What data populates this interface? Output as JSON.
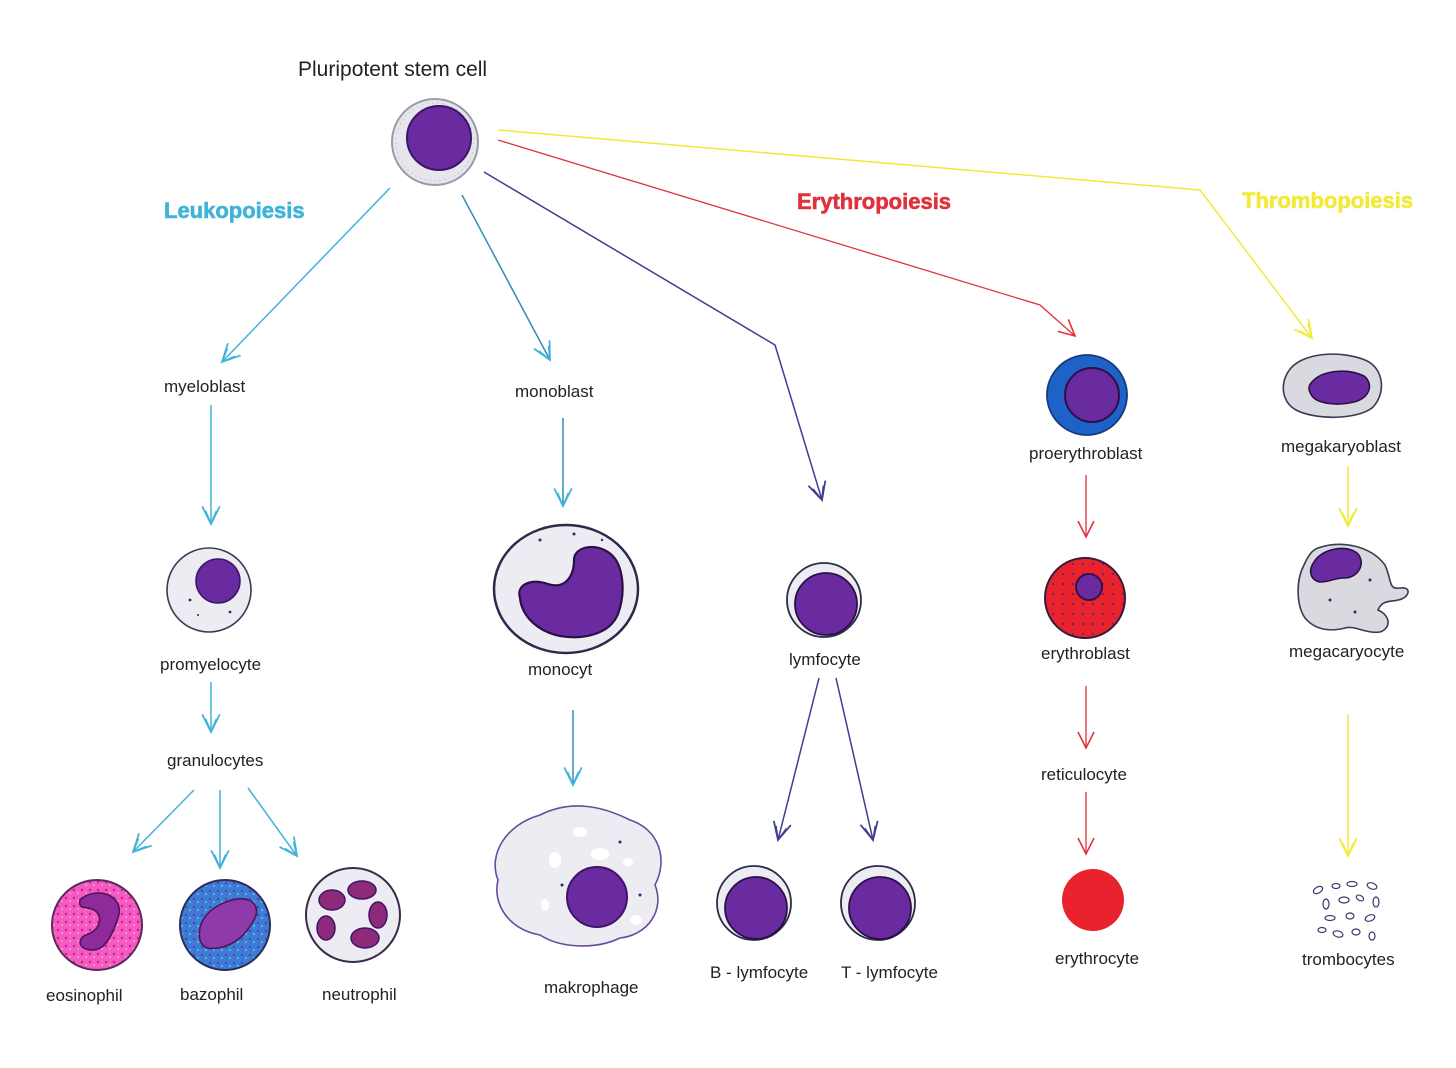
{
  "title": "Pluripotent stem cell",
  "colors": {
    "leukopoiesis": "#3fb3d9",
    "lymph": "#3f3d8f",
    "erythropoiesis": "#e0323c",
    "thrombopoiesis": "#f2ea3a",
    "nucleus": "#6a2aa0",
    "cytoplasm": "#e8e8ee"
  },
  "headings": {
    "leukopoiesis": "Leukopoiesis",
    "erythropoiesis": "Erythropoiesis",
    "thrombopoiesis": "Thrombopoiesis"
  },
  "cells": {
    "myeloblast": "myeloblast",
    "promyelocyte": "promyelocyte",
    "granulocytes": "granulocytes",
    "eosinophil": "eosinophil",
    "bazophil": "bazophil",
    "neutrophil": "neutrophil",
    "monoblast": "monoblast",
    "monocyt": "monocyt",
    "makrophage": "makrophage",
    "lymfocyte": "lymfocyte",
    "b_lymfocyte": "B - lymfocyte",
    "t_lymfocyte": "T - lymfocyte",
    "proerythroblast": "proerythroblast",
    "erythroblast": "erythroblast",
    "reticulocyte": "reticulocyte",
    "erythrocyte": "erythrocyte",
    "megakaryoblast": "megakaryoblast",
    "megacaryocyte": "megacaryocyte",
    "trombocytes": "trombocytes"
  }
}
